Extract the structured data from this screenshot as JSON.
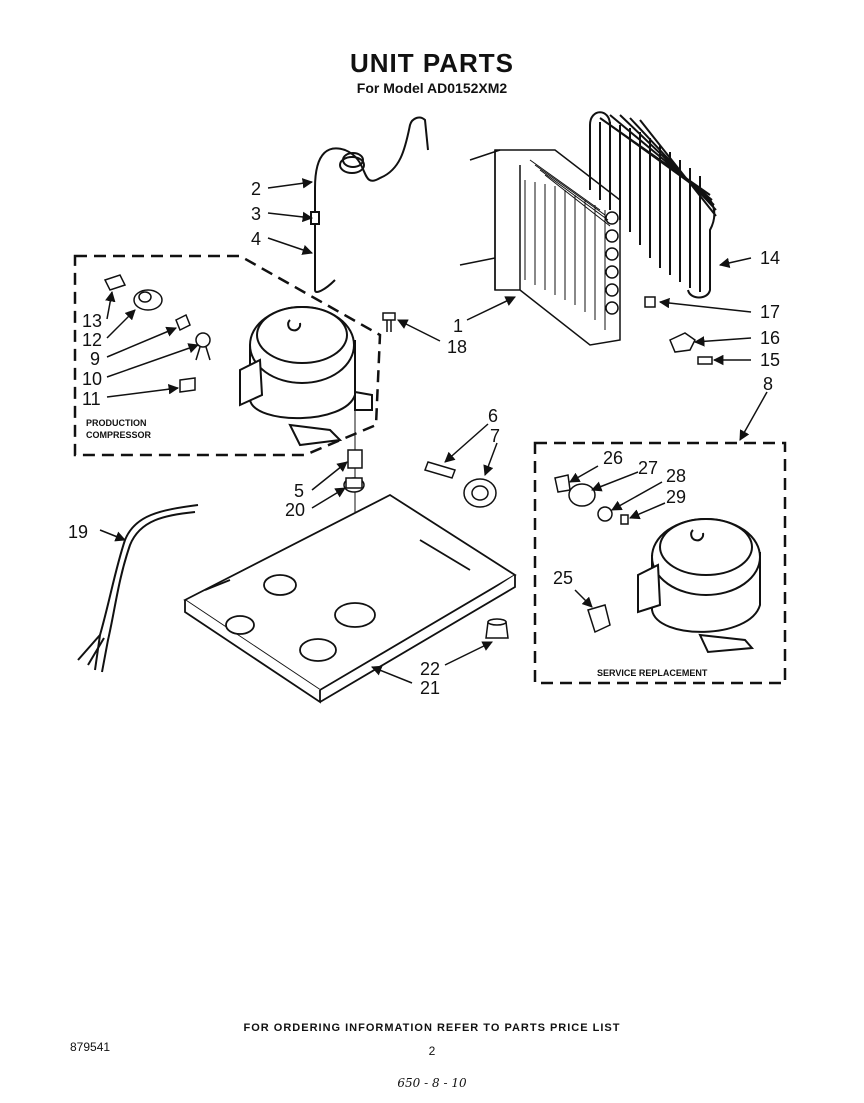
{
  "title": "UNIT PARTS",
  "subtitle": "For Model AD0152XM2",
  "box_labels": {
    "production_line1": "PRODUCTION",
    "production_line2": "COMPRESSOR",
    "service": "SERVICE REPLACEMENT"
  },
  "callouts": {
    "c1": "1",
    "c2": "2",
    "c3": "3",
    "c4": "4",
    "c5": "5",
    "c6": "6",
    "c7": "7",
    "c8": "8",
    "c9": "9",
    "c10": "10",
    "c11": "11",
    "c12": "12",
    "c13": "13",
    "c14": "14",
    "c15": "15",
    "c16": "16",
    "c17": "17",
    "c18": "18",
    "c19": "19",
    "c20": "20",
    "c21": "21",
    "c22": "22",
    "c25": "25",
    "c26": "26",
    "c27": "27",
    "c28": "28",
    "c29": "29"
  },
  "footer": {
    "order_note": "FOR ORDERING INFORMATION REFER TO PARTS PRICE LIST",
    "doc_number": "879541",
    "page_number": "2",
    "handwritten": "650 - 8 - 10"
  }
}
